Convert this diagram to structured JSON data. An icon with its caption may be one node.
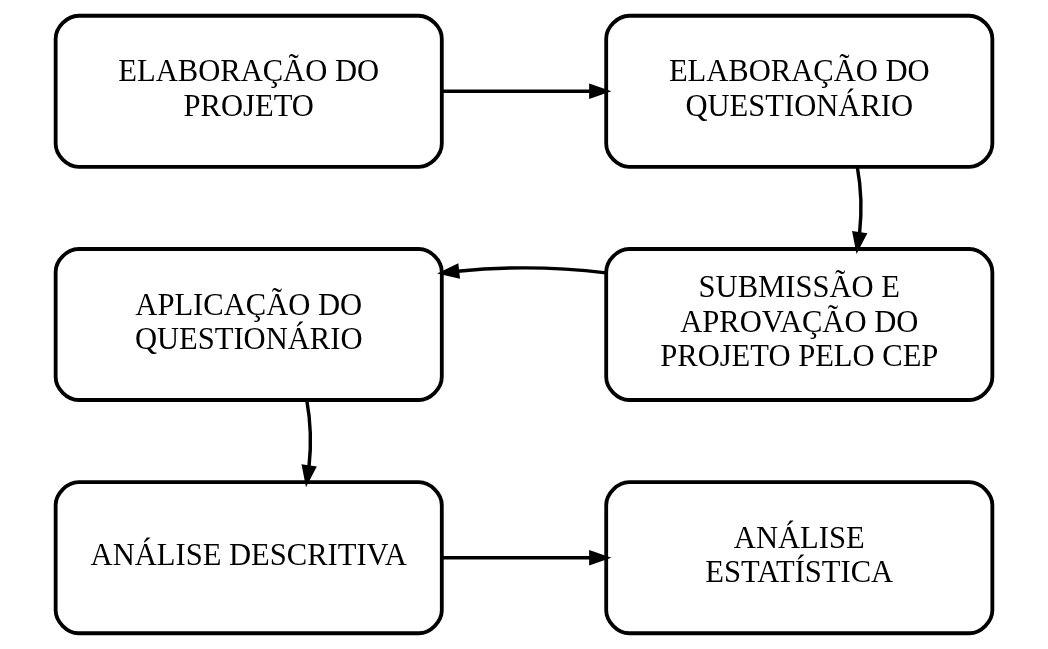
{
  "diagram": {
    "nodes": [
      {
        "text": [
          "ELABORAÇÃO DO PROJETO"
        ]
      },
      {
        "text": [
          "ELABORAÇÃO DO QUESTIONÁRIO"
        ]
      },
      {
        "text": [
          "SUBMISSÃO E APROVAÇÃO DO PROJETO PELO CEP"
        ]
      },
      {
        "text": [
          "APLICAÇÃO DO QUESTIONÁRIO"
        ]
      },
      {
        "text": [
          "ANÁLISE DESCRITIVA"
        ]
      },
      {
        "text": [
          "ANÁLISE ESTATÍSTICA"
        ]
      }
    ],
    "edges": [
      {
        "from": 0,
        "to": 1,
        "arrow": "to"
      },
      {
        "from": 1,
        "to": 2,
        "arrow": "to"
      },
      {
        "from": 2,
        "to": 3,
        "arrow": "to"
      },
      {
        "from": 3,
        "to": 4,
        "arrow": "to"
      },
      {
        "from": 4,
        "to": 5,
        "arrow": "to"
      }
    ]
  }
}
